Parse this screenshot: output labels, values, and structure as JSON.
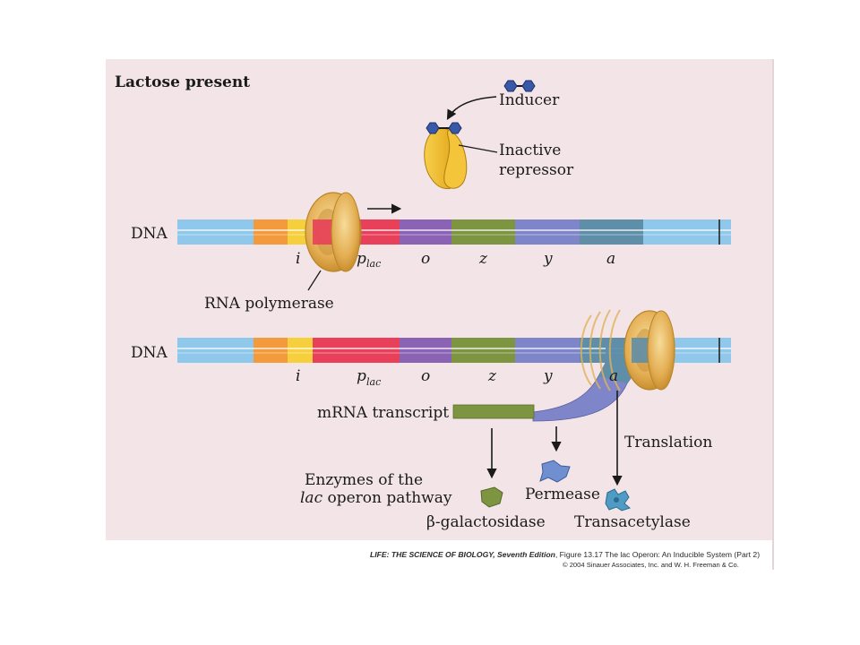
{
  "title": "Lactose present",
  "dna_label": "DNA",
  "labels": {
    "inducer": "Inducer",
    "inactive_repressor_1": "Inactive",
    "inactive_repressor_2": "repressor",
    "rna_polymerase": "RNA polymerase",
    "mrna_transcript": "mRNA transcript",
    "translation": "Translation",
    "enzymes_1": "Enzymes of the",
    "enzymes_2_italic": "lac",
    "enzymes_2_rest": " operon pathway",
    "permease": "Permease",
    "galactosidase": "β-galactosidase",
    "transacetylase": "Transacetylase"
  },
  "genes": {
    "i": "i",
    "p": "p",
    "p_sub": "lac",
    "o": "o",
    "z": "z",
    "y": "y",
    "a": "a"
  },
  "colors": {
    "background": "#f3e5e7",
    "dna_blue": "#8fc8ea",
    "orange": "#f39a3c",
    "yellow": "#f6cf3c",
    "red": "#e8405a",
    "purple": "#8a63b5",
    "green": "#7d9441",
    "lavender": "#7f85c9",
    "teal": "#5f8ea9",
    "polymerase": "#e9b85c",
    "repressor": "#f2b92a",
    "inducer": "#3a58a8"
  },
  "credit": {
    "line1_bold": "LIFE: THE SCIENCE OF BIOLOGY, Seventh Edition",
    "line1_rest": ", Figure 13.17  The lac Operon: An Inducible System (Part 2)",
    "line2": "© 2004 Sinauer Associates, Inc. and W. H. Freeman & Co."
  }
}
